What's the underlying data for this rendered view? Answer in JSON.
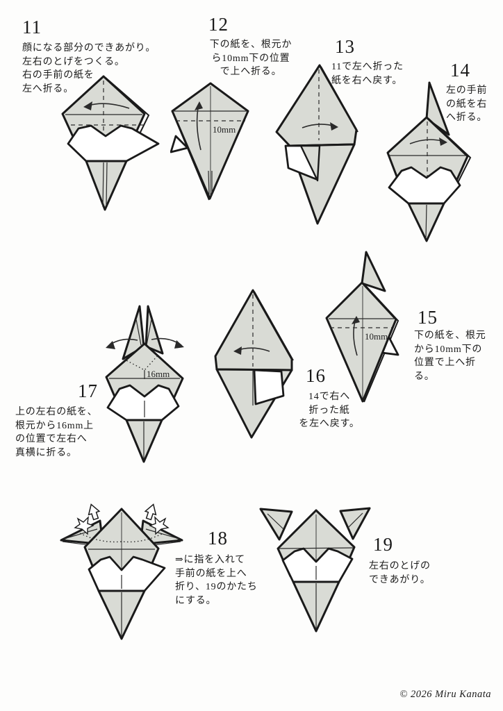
{
  "page": {
    "footer": "© 2026 Miru Kanata",
    "colors": {
      "background": "#fdfdfc",
      "paper_fill": "#d9dbd5",
      "line": "#1a1a1a"
    }
  },
  "steps": {
    "s11": {
      "number": "11",
      "text": "顔になる部分のできあがり。\n左右のとげをつくる。\n右の手前の紙を\n左へ折る。"
    },
    "s12": {
      "number": "12",
      "text": "下の紙を、根元か\nら10mm下の位置\nで上へ折る。",
      "measure": "10mm"
    },
    "s13": {
      "number": "13",
      "text": "11で左へ折った\n紙を右へ戻す。"
    },
    "s14": {
      "number": "14",
      "text": "左の手前\nの紙を右\nへ折る。"
    },
    "s15": {
      "number": "15",
      "text": "下の紙を、根元\nから10mm下の\n位置で上へ折\nる。",
      "measure": "10mm"
    },
    "s16": {
      "number": "16",
      "text": "14で右へ\n折った紙\nを左へ戻す。"
    },
    "s17": {
      "number": "17",
      "text": "上の左右の紙を、\n根元から16mm上\nの位置で左右へ\n真横に折る。",
      "measure": "16mm"
    },
    "s18": {
      "number": "18",
      "text": "⇒に指を入れて\n手前の紙を上へ\n折り、19のかたち\nにする。"
    },
    "s19": {
      "number": "19",
      "text": "左右のとげの\nできあがり。"
    }
  }
}
